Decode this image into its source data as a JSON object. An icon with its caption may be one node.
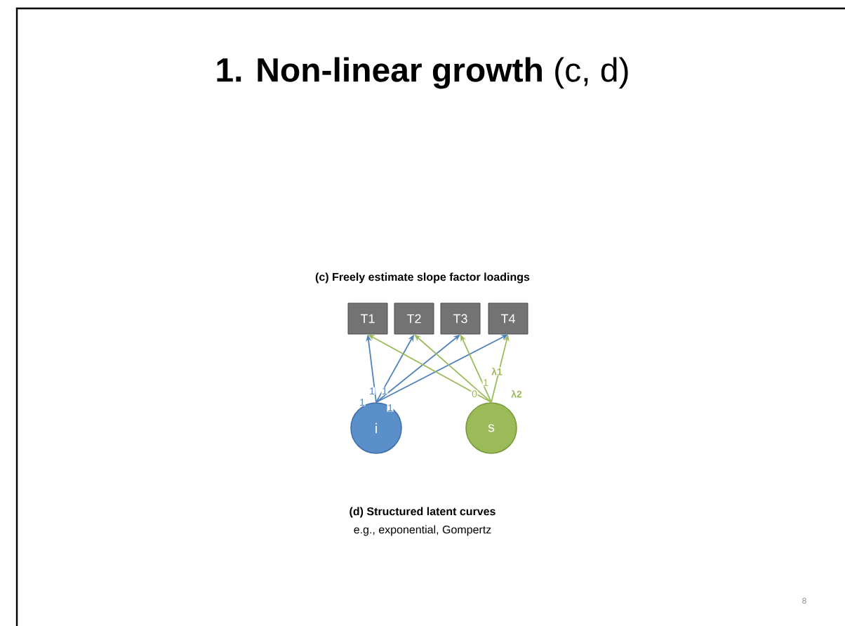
{
  "diagram": {
    "title": "**1. Non-linear growth** (c, d)",
    "nodes": [
      {
        "text": [
          "T1"
        ]
      },
      {
        "text": [
          "T2"
        ]
      },
      {
        "text": [
          "T3"
        ]
      },
      {
        "text": [
          "T4"
        ]
      },
      {
        "text": [
          "i"
        ]
      },
      {
        "text": [
          "s"
        ]
      }
    ],
    "edges": [
      {
        "from": 4,
        "to": 0,
        "arrow": "to",
        "label": "1",
        "color": "#4f81bd"
      },
      {
        "from": 4,
        "to": 1,
        "arrow": "to",
        "label": "1",
        "color": "#4f81bd"
      },
      {
        "from": 4,
        "to": 2,
        "arrow": "to",
        "label": "1",
        "color": "#4f81bd"
      },
      {
        "from": 4,
        "to": 3,
        "arrow": "to",
        "label": "1",
        "color": "#4f81bd"
      },
      {
        "from": 5,
        "to": 0,
        "arrow": "to",
        "label": "0",
        "color": "#9bbb59"
      },
      {
        "from": 5,
        "to": 1,
        "arrow": "to",
        "label": "1",
        "color": "#9bbb59"
      },
      {
        "from": 5,
        "to": 2,
        "arrow": "to",
        "label": "λ1",
        "color": "#9bbb59"
      },
      {
        "from": 5,
        "to": 3,
        "arrow": "to",
        "label": "λ2",
        "color": "#9bbb59"
      }
    ],
    "labels": [
      "(c) Freely estimate slope factor loadings",
      "(d) Structured latent curves",
      "e.g., exponential, Gompertz",
      "8"
    ]
  }
}
